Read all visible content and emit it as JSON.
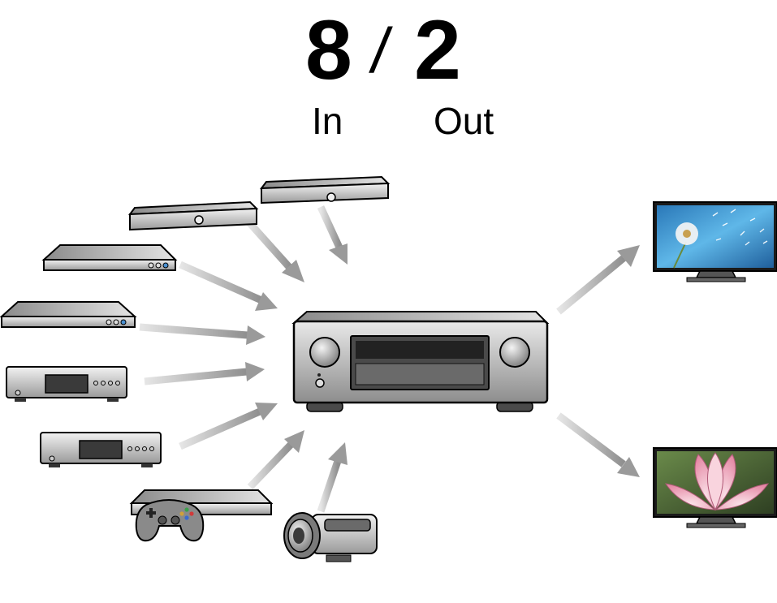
{
  "header": {
    "in_count": "8",
    "separator": "/",
    "out_count": "2",
    "in_label": "In",
    "out_label": "Out"
  },
  "devices": {
    "inputs": [
      "streaming-box",
      "streaming-box",
      "blu-ray-player",
      "dvd-player",
      "cd-player",
      "cd-player",
      "game-console",
      "camcorder"
    ],
    "outputs": [
      "tv-dandelion",
      "tv-lotus"
    ]
  },
  "colors": {
    "arrow": "#9a9a9a",
    "device_body": "#b8b8b8",
    "outline": "#000000"
  }
}
